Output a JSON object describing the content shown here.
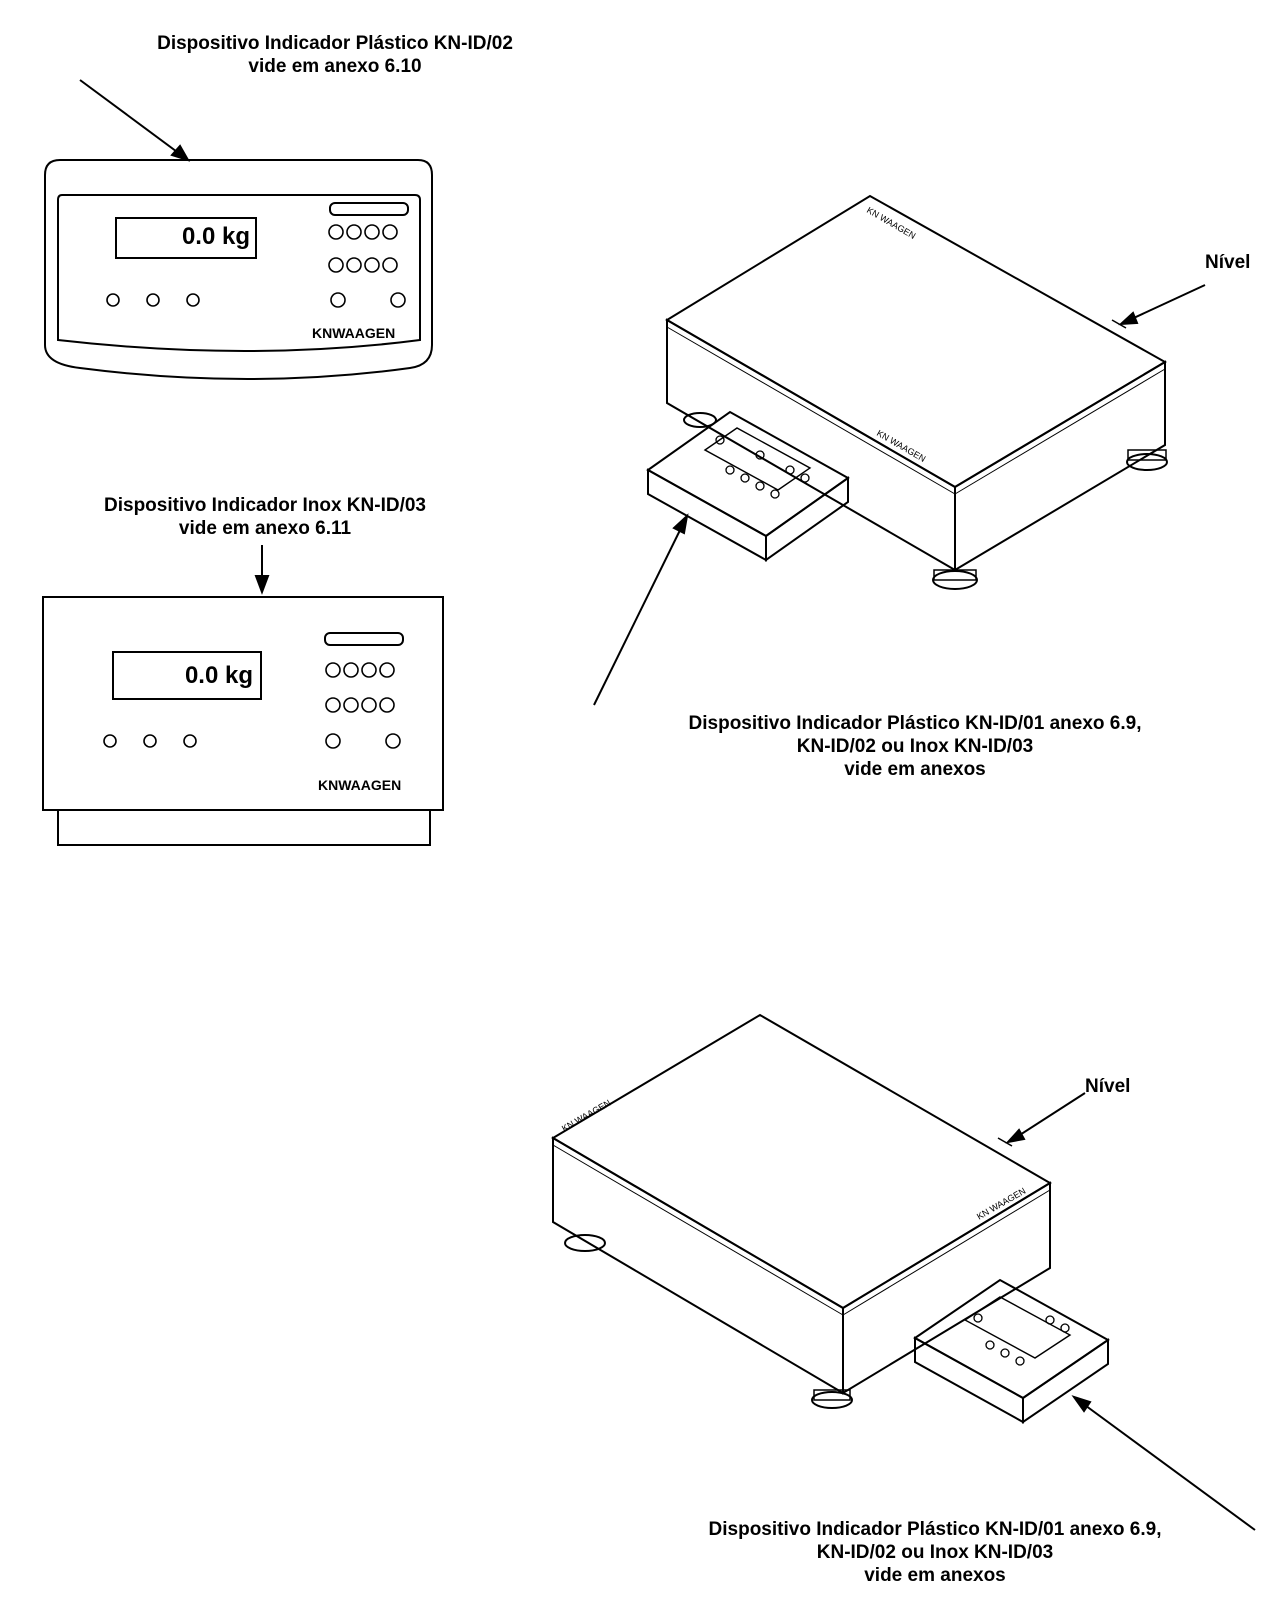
{
  "labels": {
    "top_plastic_line1": "Dispositivo Indicador Plástico KN-ID/02",
    "top_plastic_line2": "vide em anexo 6.10",
    "inox_line1": "Dispositivo Indicador Inox KN-ID/03",
    "inox_line2": "vide em anexo 6.11",
    "scale1_indicator_line1": "Dispositivo Indicador Plástico KN-ID/01 anexo 6.9,",
    "scale1_indicator_line2": "KN-ID/02 ou Inox KN-ID/03",
    "scale1_indicator_line3": "vide em anexos",
    "scale2_indicator_line1": "Dispositivo Indicador Plástico KN-ID/01 anexo 6.9,",
    "scale2_indicator_line2": "KN-ID/02 ou Inox KN-ID/03",
    "scale2_indicator_line3": "vide em anexos",
    "nivel_1": "Nível",
    "nivel_2": "Nível"
  },
  "indicator_plastic": {
    "display": "0.0 kg",
    "brand": "KNWAAGEN"
  },
  "indicator_inox": {
    "display": "0.0 kg",
    "brand": "KNWAAGEN"
  },
  "scale_brand": "KN WAAGEN"
}
